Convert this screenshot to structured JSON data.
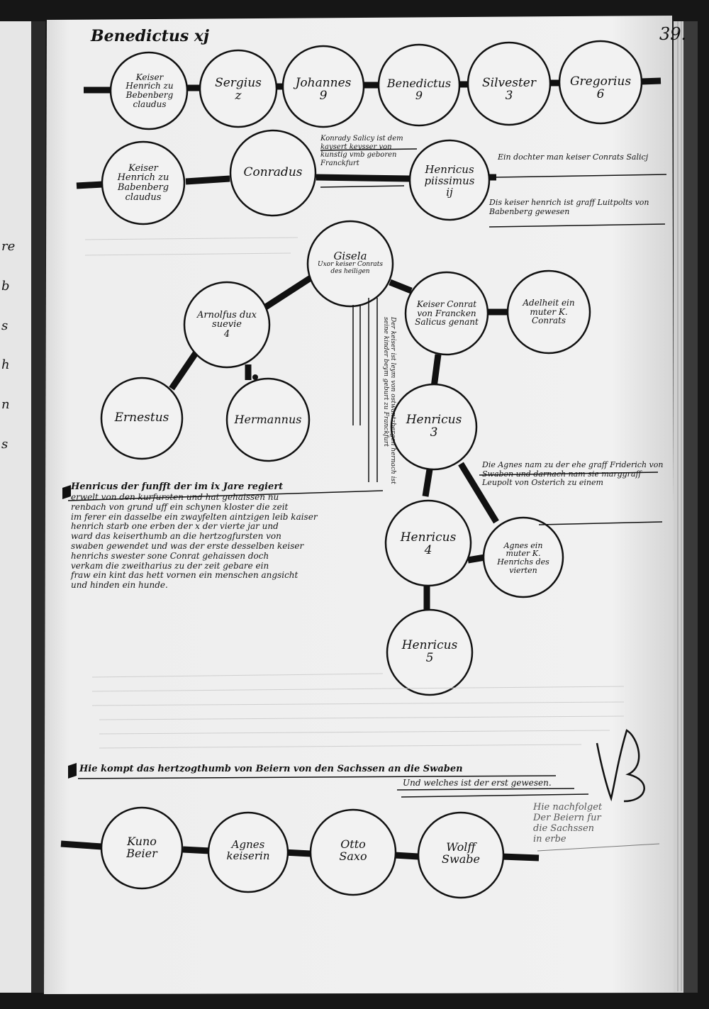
{
  "page": {
    "folio": "39.",
    "header": "Benedictus xj"
  },
  "left_margin_fragments": [
    "re",
    "b",
    "s",
    "h",
    "n",
    "s"
  ],
  "chain_top": [
    {
      "name": "Keiser Henrich zu Bebenberg claudus",
      "num": ""
    },
    {
      "name": "Sergius",
      "num": "z"
    },
    {
      "name": "Johannes",
      "num": "9"
    },
    {
      "name": "Benedictus",
      "num": "9"
    },
    {
      "name": "Silvester",
      "num": "3"
    },
    {
      "name": "Gregorius",
      "num": "6"
    }
  ],
  "chain_second": [
    {
      "name": "Keiser Henrich zu Babenberg claudus",
      "num": ""
    },
    {
      "name": "Conradus",
      "num": ""
    },
    {
      "name": "Henricus piissimus",
      "num": "ij"
    }
  ],
  "notes_second": {
    "between": "Konrady Salicy ist dem kaysert keysser von kunstig vmb geboren Franckfurt",
    "right_1": "Ein dochter man keiser Conrats Salicj",
    "right_2": "Dis keiser henrich ist graff Luitpolts von Babenberg gewesen"
  },
  "tree": {
    "gisela": {
      "name": "Gisela",
      "note": "Uxor keiser Conrats des heiligen"
    },
    "arnolfus": {
      "name": "Arnolfus dux suevie",
      "num": "4"
    },
    "ernestus": {
      "name": "Ernestus",
      "num": ""
    },
    "hermannus": {
      "name": "Hermannus",
      "num": ""
    },
    "conrad": {
      "name": "Keiser Conrat von Francken Salicus genant",
      "num": ""
    },
    "adelheid": {
      "name": "Adelheit ein muter K. Conrats",
      "num": ""
    },
    "henricus3": {
      "name": "Henricus",
      "num": "3"
    },
    "henricus4": {
      "name": "Henricus",
      "num": "4"
    },
    "agnes": {
      "name": "Agnes ein muter K. Henrichs des vierten",
      "num": ""
    },
    "henricus5": {
      "name": "Henricus",
      "num": "5"
    },
    "vertical_note": "Der keiser ist leym von ostwantzbergen hernach ist seine kinder beym geburt zu Franckfurt"
  },
  "agnes_note": "Die Agnes nam zu der ehe graff Friderich von Swaben und darnach nam sie marggraff Leupolt von Osterich zu einem",
  "main_note": [
    "Henricus der funfft der im ix Jare regiert",
    "erwelt von den kurfursten und hat gehaissen nu",
    "renbach von grund uff ein schynen kloster die zeit",
    "im ferer ein dasselbe ein zwayfelten aintzigen leib kaiser",
    "henrich starb one erben der x der vierte jar und",
    "ward das keiserthumb an die hertzogfursten von",
    "swaben gewendet und was der erste desselben keiser",
    "henrichs swester sone Conrat gehaissen doch",
    "verkam die zweitharius zu der zeit gebare ein",
    "fraw ein kint das hett vornen ein menschen angsicht",
    "und hinden ein hunde."
  ],
  "bottom": {
    "heading": "Hie kompt das hertzogthumb von Beiern von den Sachssen an die Swaben",
    "subheading": "Und welches ist der erst gewesen.",
    "chain": [
      {
        "name": "Kuno Beier"
      },
      {
        "name": "Agnes keiserin"
      },
      {
        "name": "Otto Saxo"
      },
      {
        "name": "Wolff Swabe"
      }
    ],
    "gloss": [
      "Hie nachfolget",
      "Der Beiern fur",
      "die Sachssen",
      "in erbe"
    ],
    "monogram": "VB"
  }
}
